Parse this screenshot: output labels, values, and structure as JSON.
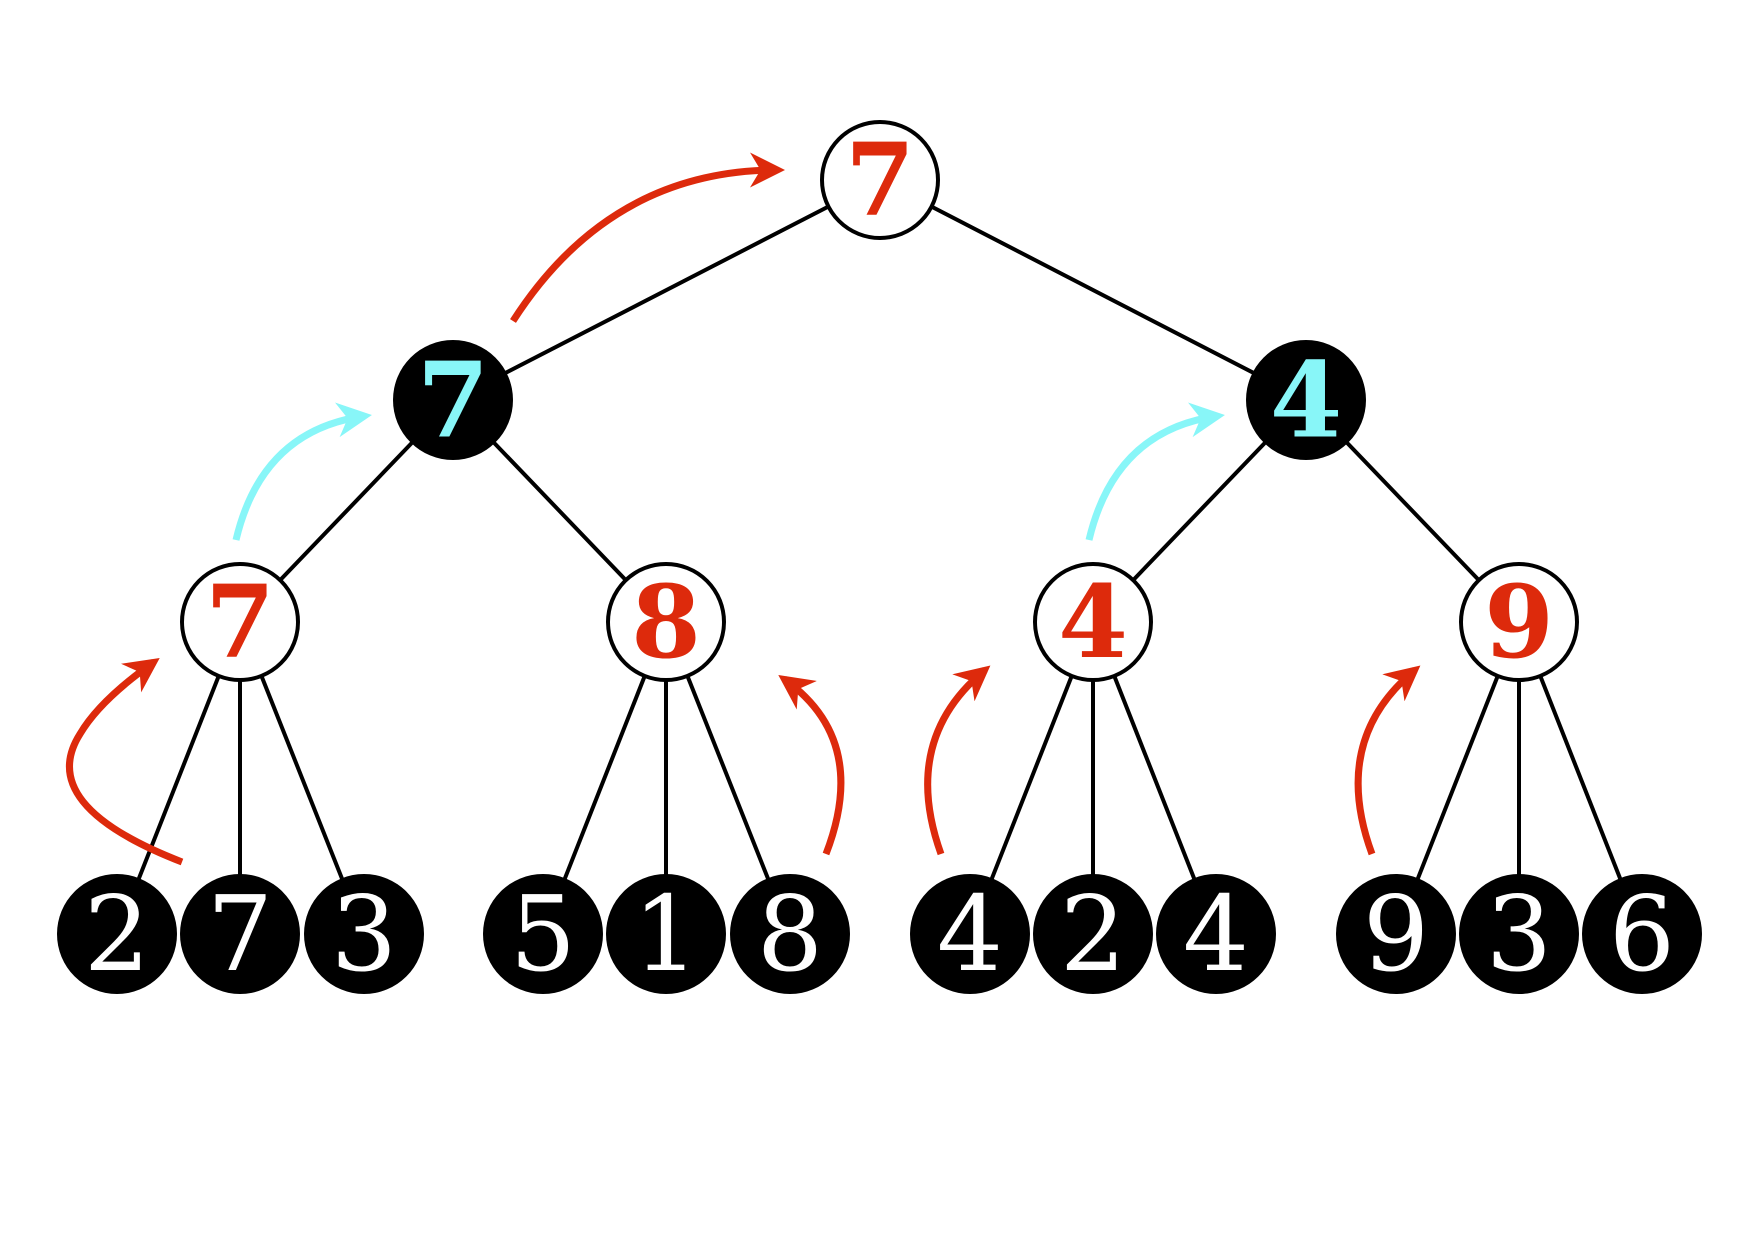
{
  "colors": {
    "max_arrow": "#dd2a0c",
    "min_arrow": "#88f6f8",
    "edge": "#000000",
    "filled_node": "#000000",
    "open_node": "#ffffff",
    "leaf_text": "#ffffff",
    "max_text": "#dd2a0c",
    "min_text": "#88f6f8"
  },
  "tree": {
    "root": {
      "label": "7",
      "kind": "max"
    },
    "level1": [
      {
        "label": "7",
        "kind": "min"
      },
      {
        "label": "4",
        "kind": "min"
      }
    ],
    "level2": [
      {
        "label": "7",
        "kind": "max"
      },
      {
        "label": "8",
        "kind": "max"
      },
      {
        "label": "4",
        "kind": "max"
      },
      {
        "label": "9",
        "kind": "max"
      }
    ],
    "leaves": [
      "2",
      "7",
      "3",
      "5",
      "1",
      "8",
      "4",
      "2",
      "4",
      "9",
      "3",
      "6"
    ]
  }
}
